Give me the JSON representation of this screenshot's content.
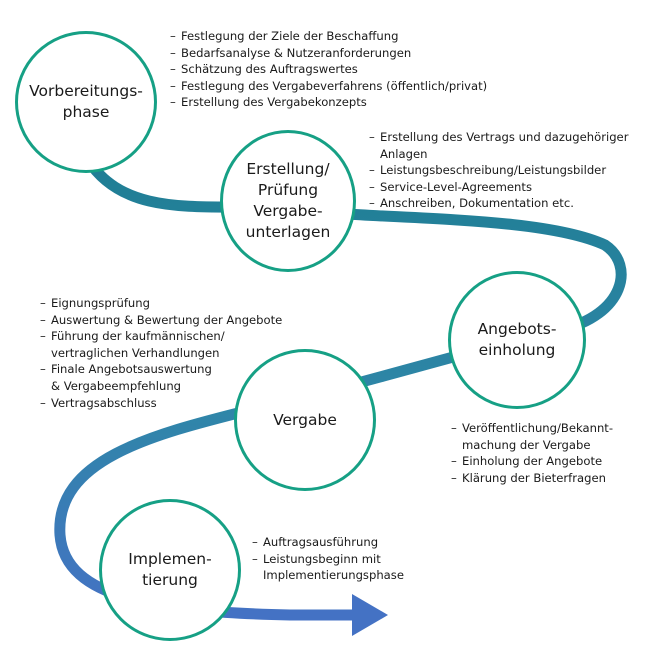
{
  "colors": {
    "circle_border": "#16a085",
    "path_teal": "#1f7e94",
    "path_blue": "#4472c4"
  },
  "phases": [
    {
      "id": "vorbereitung",
      "title": "Vorbereitungs-\nphase",
      "items": [
        "Festlegung der Ziele der Beschaffung",
        "Bedarfsanalyse & Nutzeranforderungen",
        "Schätzung des Auftragswertes",
        "Festlegung des Vergabeverfahrens (öffentlich/privat)",
        "Erstellung des Vergabekonzepts"
      ]
    },
    {
      "id": "erstellung",
      "title": "Erstellung/\nPrüfung\nVergabe-\nunterlagen",
      "items": [
        "Erstellung des Vertrags und dazugehöriger\nAnlagen",
        "Leistungsbeschreibung/Leistungsbilder",
        "Service-Level-Agreements",
        "Anschreiben, Dokumentation etc."
      ]
    },
    {
      "id": "angebotseinholung",
      "title": "Angebots-\neinholung",
      "items": [
        "Veröffentlichung/Bekannt-\nmachung der Vergabe",
        "Einholung der Angebote",
        "Klärung der Bieterfragen"
      ]
    },
    {
      "id": "vergabe",
      "title": "Vergabe",
      "items": [
        "Eignungsprüfung",
        "Auswertung & Bewertung der Angebote",
        "Führung der kaufmännischen/\nvertraglichen Verhandlungen",
        "Finale Angebotsauswertung\n& Vergabeempfehlung",
        "Vertragsabschluss"
      ]
    },
    {
      "id": "implementierung",
      "title": "Implemen-\ntierung",
      "items": [
        "Auftragsausführung",
        "Leistungsbeginn mit\nImplementierungsphase"
      ]
    }
  ]
}
